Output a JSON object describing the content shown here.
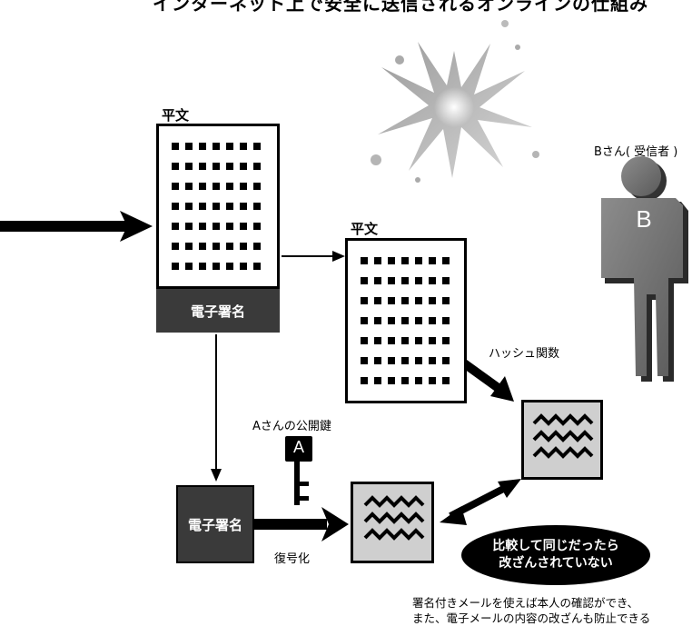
{
  "header": {
    "title": "インターネット上で安全に送信されるオンラインの仕組み"
  },
  "plaintext_left": {
    "label": "平文",
    "signature": "電子署名"
  },
  "plaintext_right": {
    "label": "平文"
  },
  "receiver": {
    "label": "Bさん( 受信者 )",
    "initial": "B"
  },
  "hash_function": "ハッシュ関数",
  "public_key": {
    "label": "Aさんの公開鍵",
    "initial": "A"
  },
  "signature_box": "電子署名",
  "decrypt_label": "復号化",
  "bubble": {
    "line1": "比較して同じだったら",
    "line2": "改ざんされていない"
  },
  "footnote": {
    "line1": "署名付きメールを使えば本人の確認ができ、",
    "line2": "また、電子メールの内容の改ざんも防止できる"
  }
}
